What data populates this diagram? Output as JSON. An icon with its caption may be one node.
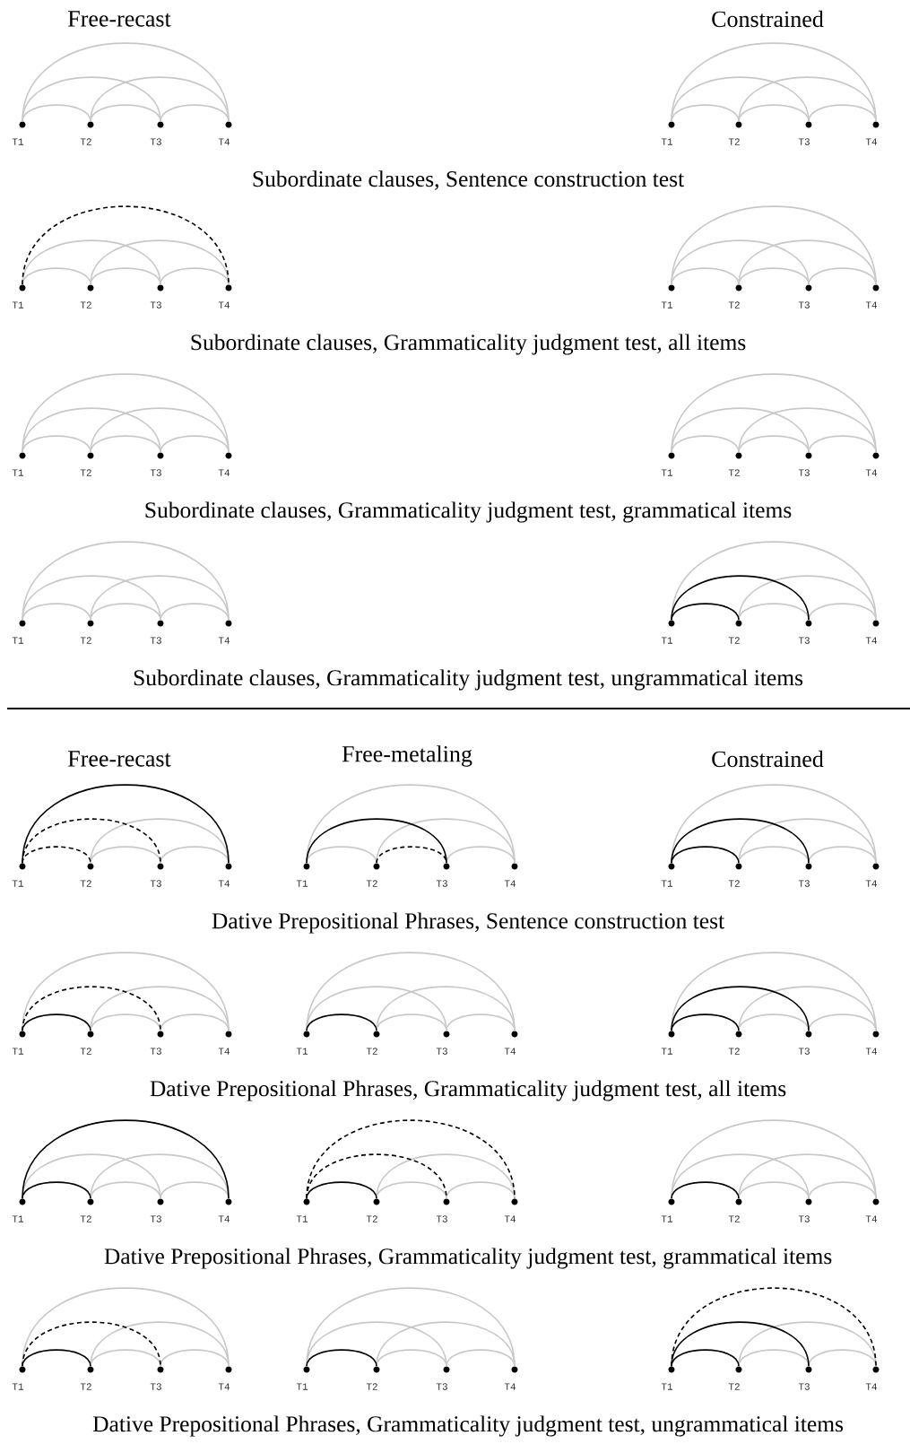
{
  "diagram": {
    "nodes": [
      {
        "text": [],
        "shape": "circle",
        "beside": [
          "T1"
        ]
      },
      {
        "text": [],
        "shape": "circle",
        "beside": [
          "T2"
        ]
      },
      {
        "text": [],
        "shape": "circle",
        "beside": [
          "T3"
        ]
      },
      {
        "text": [],
        "shape": "circle",
        "beside": [
          "T4"
        ]
      },
      {
        "text": [],
        "shape": "circle",
        "beside": [
          "T1"
        ]
      },
      {
        "text": [],
        "shape": "circle",
        "beside": [
          "T2"
        ]
      },
      {
        "text": [],
        "shape": "circle",
        "beside": [
          "T3"
        ]
      },
      {
        "text": [],
        "shape": "circle",
        "beside": [
          "T4"
        ]
      },
      {
        "text": [],
        "shape": "circle",
        "beside": [
          "T1"
        ]
      },
      {
        "text": [],
        "shape": "circle",
        "beside": [
          "T2"
        ]
      },
      {
        "text": [],
        "shape": "circle",
        "beside": [
          "T3"
        ]
      },
      {
        "text": [],
        "shape": "circle",
        "beside": [
          "T4"
        ]
      },
      {
        "text": [],
        "shape": "circle",
        "beside": [
          "T1"
        ]
      },
      {
        "text": [],
        "shape": "circle",
        "beside": [
          "T2"
        ]
      },
      {
        "text": [],
        "shape": "circle",
        "beside": [
          "T3"
        ]
      },
      {
        "text": [],
        "shape": "circle",
        "beside": [
          "T4"
        ]
      },
      {
        "text": [],
        "shape": "circle",
        "beside": [
          "T1"
        ]
      },
      {
        "text": [],
        "shape": "circle",
        "beside": [
          "T2"
        ]
      },
      {
        "text": [],
        "shape": "circle",
        "beside": [
          "T3"
        ]
      },
      {
        "text": [],
        "shape": "circle",
        "beside": [
          "T4"
        ]
      },
      {
        "text": [],
        "shape": "circle",
        "beside": [
          "T1"
        ]
      },
      {
        "text": [],
        "shape": "circle",
        "beside": [
          "T2"
        ]
      },
      {
        "text": [],
        "shape": "circle",
        "beside": [
          "T3"
        ]
      },
      {
        "text": [],
        "shape": "circle",
        "beside": [
          "T4"
        ]
      },
      {
        "text": [],
        "shape": "circle",
        "beside": [
          "T1"
        ]
      },
      {
        "text": [],
        "shape": "circle",
        "beside": [
          "T2"
        ]
      },
      {
        "text": [],
        "shape": "circle",
        "beside": [
          "T3"
        ]
      },
      {
        "text": [],
        "shape": "circle",
        "beside": [
          "T4"
        ]
      },
      {
        "text": [],
        "shape": "circle",
        "beside": [
          "T1"
        ]
      },
      {
        "text": [],
        "shape": "circle",
        "beside": [
          "T2"
        ]
      },
      {
        "text": [],
        "shape": "circle",
        "beside": [
          "T3"
        ]
      },
      {
        "text": [],
        "shape": "circle",
        "beside": [
          "T4"
        ]
      },
      {
        "text": [],
        "shape": "circle",
        "beside": [
          "T1"
        ]
      },
      {
        "text": [],
        "shape": "circle",
        "beside": [
          "T2"
        ]
      },
      {
        "text": [],
        "shape": "circle",
        "beside": [
          "T3"
        ]
      },
      {
        "text": [],
        "shape": "circle",
        "beside": [
          "T4"
        ]
      },
      {
        "text": [],
        "shape": "circle",
        "beside": [
          "T1"
        ]
      },
      {
        "text": [],
        "shape": "circle",
        "beside": [
          "T2"
        ]
      },
      {
        "text": [],
        "shape": "circle",
        "beside": [
          "T3"
        ]
      },
      {
        "text": [],
        "shape": "circle",
        "beside": [
          "T4"
        ]
      },
      {
        "text": [],
        "shape": "circle",
        "beside": [
          "T1"
        ]
      },
      {
        "text": [],
        "shape": "circle",
        "beside": [
          "T2"
        ]
      },
      {
        "text": [],
        "shape": "circle",
        "beside": [
          "T3"
        ]
      },
      {
        "text": [],
        "shape": "circle",
        "beside": [
          "T4"
        ]
      },
      {
        "text": [],
        "shape": "circle",
        "beside": [
          "T1"
        ]
      },
      {
        "text": [],
        "shape": "circle",
        "beside": [
          "T2"
        ]
      },
      {
        "text": [],
        "shape": "circle",
        "beside": [
          "T3"
        ]
      },
      {
        "text": [],
        "shape": "circle",
        "beside": [
          "T4"
        ]
      },
      {
        "text": [],
        "shape": "circle",
        "beside": [
          "T1"
        ]
      },
      {
        "text": [],
        "shape": "circle",
        "beside": [
          "T2"
        ]
      },
      {
        "text": [],
        "shape": "circle",
        "beside": [
          "T3"
        ]
      },
      {
        "text": [],
        "shape": "circle",
        "beside": [
          "T4"
        ]
      },
      {
        "text": [],
        "shape": "circle",
        "beside": [
          "T1"
        ]
      },
      {
        "text": [],
        "shape": "circle",
        "beside": [
          "T2"
        ]
      },
      {
        "text": [],
        "shape": "circle",
        "beside": [
          "T3"
        ]
      },
      {
        "text": [],
        "shape": "circle",
        "beside": [
          "T4"
        ]
      },
      {
        "text": [],
        "shape": "circle",
        "beside": [
          "T1"
        ]
      },
      {
        "text": [],
        "shape": "circle",
        "beside": [
          "T2"
        ]
      },
      {
        "text": [],
        "shape": "circle",
        "beside": [
          "T3"
        ]
      },
      {
        "text": [],
        "shape": "circle",
        "beside": [
          "T4"
        ]
      },
      {
        "text": [],
        "shape": "circle",
        "beside": [
          "T1"
        ]
      },
      {
        "text": [],
        "shape": "circle",
        "beside": [
          "T2"
        ]
      },
      {
        "text": [],
        "shape": "circle",
        "beside": [
          "T3"
        ]
      },
      {
        "text": [],
        "shape": "circle",
        "beside": [
          "T4"
        ]
      },
      {
        "text": [],
        "shape": "circle",
        "beside": [
          "T1"
        ]
      },
      {
        "text": [],
        "shape": "circle",
        "beside": [
          "T2"
        ]
      },
      {
        "text": [],
        "shape": "circle",
        "beside": [
          "T3"
        ]
      },
      {
        "text": [],
        "shape": "circle",
        "beside": [
          "T4"
        ]
      },
      {
        "text": [],
        "shape": "circle",
        "beside": [
          "T1"
        ]
      },
      {
        "text": [],
        "shape": "circle",
        "beside": [
          "T2"
        ]
      },
      {
        "text": [],
        "shape": "circle",
        "beside": [
          "T3"
        ]
      },
      {
        "text": [],
        "shape": "circle",
        "beside": [
          "T4"
        ]
      },
      {
        "text": [],
        "shape": "circle",
        "beside": [
          "T1"
        ]
      },
      {
        "text": [],
        "shape": "circle",
        "beside": [
          "T2"
        ]
      },
      {
        "text": [],
        "shape": "circle",
        "beside": [
          "T3"
        ]
      },
      {
        "text": [],
        "shape": "circle",
        "beside": [
          "T4"
        ]
      },
      {
        "text": [],
        "shape": "circle",
        "beside": [
          "T1"
        ]
      },
      {
        "text": [],
        "shape": "circle",
        "beside": [
          "T2"
        ]
      },
      {
        "text": [],
        "shape": "circle",
        "beside": [
          "T3"
        ]
      },
      {
        "text": [],
        "shape": "circle",
        "beside": [
          "T4"
        ]
      }
    ],
    "edges": [
      {
        "from": 0,
        "to": 1,
        "arrow": "none"
      },
      {
        "from": 1,
        "to": 2,
        "arrow": "none"
      },
      {
        "from": 2,
        "to": 3,
        "arrow": "none"
      },
      {
        "from": 0,
        "to": 2,
        "arrow": "none"
      },
      {
        "from": 1,
        "to": 3,
        "arrow": "none"
      },
      {
        "from": 0,
        "to": 3,
        "arrow": "none"
      },
      {
        "from": 4,
        "to": 5,
        "arrow": "none"
      },
      {
        "from": 5,
        "to": 6,
        "arrow": "none"
      },
      {
        "from": 6,
        "to": 7,
        "arrow": "none"
      },
      {
        "from": 4,
        "to": 6,
        "arrow": "none"
      },
      {
        "from": 5,
        "to": 7,
        "arrow": "none"
      },
      {
        "from": 4,
        "to": 7,
        "arrow": "none"
      },
      {
        "from": 8,
        "to": 9,
        "arrow": "none"
      },
      {
        "from": 9,
        "to": 10,
        "arrow": "none"
      },
      {
        "from": 10,
        "to": 11,
        "arrow": "none"
      },
      {
        "from": 8,
        "to": 10,
        "arrow": "none"
      },
      {
        "from": 9,
        "to": 11,
        "arrow": "none"
      },
      {
        "from": 8,
        "to": 11,
        "arrow": "none",
        "style": "dashed",
        "color": "#000000"
      },
      {
        "from": 12,
        "to": 13,
        "arrow": "none"
      },
      {
        "from": 13,
        "to": 14,
        "arrow": "none"
      },
      {
        "from": 14,
        "to": 15,
        "arrow": "none"
      },
      {
        "from": 12,
        "to": 14,
        "arrow": "none"
      },
      {
        "from": 13,
        "to": 15,
        "arrow": "none"
      },
      {
        "from": 12,
        "to": 15,
        "arrow": "none"
      },
      {
        "from": 16,
        "to": 17,
        "arrow": "none"
      },
      {
        "from": 17,
        "to": 18,
        "arrow": "none"
      },
      {
        "from": 18,
        "to": 19,
        "arrow": "none"
      },
      {
        "from": 16,
        "to": 18,
        "arrow": "none"
      },
      {
        "from": 17,
        "to": 19,
        "arrow": "none"
      },
      {
        "from": 16,
        "to": 19,
        "arrow": "none"
      },
      {
        "from": 20,
        "to": 21,
        "arrow": "none"
      },
      {
        "from": 21,
        "to": 22,
        "arrow": "none"
      },
      {
        "from": 22,
        "to": 23,
        "arrow": "none"
      },
      {
        "from": 20,
        "to": 22,
        "arrow": "none"
      },
      {
        "from": 21,
        "to": 23,
        "arrow": "none"
      },
      {
        "from": 20,
        "to": 23,
        "arrow": "none"
      },
      {
        "from": 24,
        "to": 25,
        "arrow": "none"
      },
      {
        "from": 25,
        "to": 26,
        "arrow": "none"
      },
      {
        "from": 26,
        "to": 27,
        "arrow": "none"
      },
      {
        "from": 24,
        "to": 26,
        "arrow": "none"
      },
      {
        "from": 25,
        "to": 27,
        "arrow": "none"
      },
      {
        "from": 24,
        "to": 27,
        "arrow": "none"
      },
      {
        "from": 28,
        "to": 29,
        "arrow": "none",
        "color": "#000000"
      },
      {
        "from": 29,
        "to": 30,
        "arrow": "none"
      },
      {
        "from": 30,
        "to": 31,
        "arrow": "none"
      },
      {
        "from": 28,
        "to": 30,
        "arrow": "none",
        "color": "#000000"
      },
      {
        "from": 29,
        "to": 31,
        "arrow": "none"
      },
      {
        "from": 28,
        "to": 31,
        "arrow": "none"
      },
      {
        "from": 32,
        "to": 33,
        "arrow": "none",
        "style": "dashed",
        "color": "#000000"
      },
      {
        "from": 33,
        "to": 34,
        "arrow": "none"
      },
      {
        "from": 34,
        "to": 35,
        "arrow": "none"
      },
      {
        "from": 32,
        "to": 34,
        "arrow": "none",
        "style": "dashed",
        "color": "#000000"
      },
      {
        "from": 33,
        "to": 35,
        "arrow": "none"
      },
      {
        "from": 32,
        "to": 35,
        "arrow": "none",
        "color": "#000000"
      },
      {
        "from": 36,
        "to": 37,
        "arrow": "none"
      },
      {
        "from": 37,
        "to": 38,
        "arrow": "none",
        "style": "dashed",
        "color": "#000000"
      },
      {
        "from": 38,
        "to": 39,
        "arrow": "none"
      },
      {
        "from": 36,
        "to": 38,
        "arrow": "none",
        "color": "#000000"
      },
      {
        "from": 37,
        "to": 39,
        "arrow": "none"
      },
      {
        "from": 36,
        "to": 39,
        "arrow": "none"
      },
      {
        "from": 40,
        "to": 41,
        "arrow": "none",
        "color": "#000000"
      },
      {
        "from": 41,
        "to": 42,
        "arrow": "none"
      },
      {
        "from": 42,
        "to": 43,
        "arrow": "none"
      },
      {
        "from": 40,
        "to": 42,
        "arrow": "none",
        "color": "#000000"
      },
      {
        "from": 41,
        "to": 43,
        "arrow": "none"
      },
      {
        "from": 40,
        "to": 43,
        "arrow": "none"
      },
      {
        "from": 44,
        "to": 45,
        "arrow": "none",
        "color": "#000000"
      },
      {
        "from": 45,
        "to": 46,
        "arrow": "none"
      },
      {
        "from": 46,
        "to": 47,
        "arrow": "none"
      },
      {
        "from": 44,
        "to": 46,
        "arrow": "none",
        "style": "dashed",
        "color": "#000000"
      },
      {
        "from": 45,
        "to": 47,
        "arrow": "none"
      },
      {
        "from": 44,
        "to": 47,
        "arrow": "none"
      },
      {
        "from": 48,
        "to": 49,
        "arrow": "none",
        "color": "#000000"
      },
      {
        "from": 49,
        "to": 50,
        "arrow": "none"
      },
      {
        "from": 50,
        "to": 51,
        "arrow": "none"
      },
      {
        "from": 48,
        "to": 50,
        "arrow": "none"
      },
      {
        "from": 49,
        "to": 51,
        "arrow": "none"
      },
      {
        "from": 48,
        "to": 51,
        "arrow": "none"
      },
      {
        "from": 52,
        "to": 53,
        "arrow": "none",
        "color": "#000000"
      },
      {
        "from": 53,
        "to": 54,
        "arrow": "none"
      },
      {
        "from": 54,
        "to": 55,
        "arrow": "none"
      },
      {
        "from": 52,
        "to": 54,
        "arrow": "none",
        "color": "#000000"
      },
      {
        "from": 53,
        "to": 55,
        "arrow": "none"
      },
      {
        "from": 52,
        "to": 55,
        "arrow": "none"
      },
      {
        "from": 56,
        "to": 57,
        "arrow": "none",
        "color": "#000000"
      },
      {
        "from": 57,
        "to": 58,
        "arrow": "none"
      },
      {
        "from": 58,
        "to": 59,
        "arrow": "none"
      },
      {
        "from": 56,
        "to": 58,
        "arrow": "none"
      },
      {
        "from": 57,
        "to": 59,
        "arrow": "none"
      },
      {
        "from": 56,
        "to": 59,
        "arrow": "none",
        "color": "#000000"
      },
      {
        "from": 60,
        "to": 61,
        "arrow": "none",
        "color": "#000000"
      },
      {
        "from": 61,
        "to": 62,
        "arrow": "none"
      },
      {
        "from": 62,
        "to": 63,
        "arrow": "none"
      },
      {
        "from": 60,
        "to": 62,
        "arrow": "none",
        "style": "dashed",
        "color": "#000000"
      },
      {
        "from": 61,
        "to": 63,
        "arrow": "none"
      },
      {
        "from": 60,
        "to": 63,
        "arrow": "none",
        "style": "dashed",
        "color": "#000000"
      },
      {
        "from": 64,
        "to": 65,
        "arrow": "none",
        "color": "#000000"
      },
      {
        "from": 65,
        "to": 66,
        "arrow": "none"
      },
      {
        "from": 66,
        "to": 67,
        "arrow": "none"
      },
      {
        "from": 64,
        "to": 66,
        "arrow": "none"
      },
      {
        "from": 65,
        "to": 67,
        "arrow": "none"
      },
      {
        "from": 64,
        "to": 67,
        "arrow": "none"
      },
      {
        "from": 68,
        "to": 69,
        "arrow": "none",
        "color": "#000000"
      },
      {
        "from": 69,
        "to": 70,
        "arrow": "none"
      },
      {
        "from": 70,
        "to": 71,
        "arrow": "none"
      },
      {
        "from": 68,
        "to": 70,
        "arrow": "none",
        "style": "dashed",
        "color": "#000000"
      },
      {
        "from": 69,
        "to": 71,
        "arrow": "none"
      },
      {
        "from": 68,
        "to": 71,
        "arrow": "none"
      },
      {
        "from": 72,
        "to": 73,
        "arrow": "none",
        "color": "#000000"
      },
      {
        "from": 73,
        "to": 74,
        "arrow": "none"
      },
      {
        "from": 74,
        "to": 75,
        "arrow": "none"
      },
      {
        "from": 72,
        "to": 74,
        "arrow": "none"
      },
      {
        "from": 73,
        "to": 75,
        "arrow": "none"
      },
      {
        "from": 72,
        "to": 75,
        "arrow": "none"
      },
      {
        "from": 76,
        "to": 77,
        "arrow": "none",
        "color": "#000000"
      },
      {
        "from": 77,
        "to": 78,
        "arrow": "none"
      },
      {
        "from": 78,
        "to": 79,
        "arrow": "none"
      },
      {
        "from": 76,
        "to": 78,
        "arrow": "none",
        "color": "#000000"
      },
      {
        "from": 77,
        "to": 79,
        "arrow": "none"
      },
      {
        "from": 76,
        "to": 79,
        "arrow": "none",
        "style": "dashed",
        "color": "#000000"
      }
    ],
    "labels": [
      "Free-recast",
      "Constrained",
      "Subordinate clauses, Sentence construction test",
      "Subordinate clauses, Grammaticality judgment test, all items",
      "Subordinate clauses, Grammaticality judgment test, grammatical items",
      "Subordinate clauses, Grammaticality judgment test, ungrammatical items",
      "Free-recast",
      "Free-metaling",
      "Constrained",
      "Dative Prepositional Phrases, Sentence construction test",
      "Dative Prepositional Phrases, Grammaticality judgment test, all items",
      "Dative Prepositional Phrases, Grammaticality judgment test, grammatical items",
      "Dative Prepositional Phrases, Grammaticality judgment test, ungrammatical items"
    ]
  }
}
